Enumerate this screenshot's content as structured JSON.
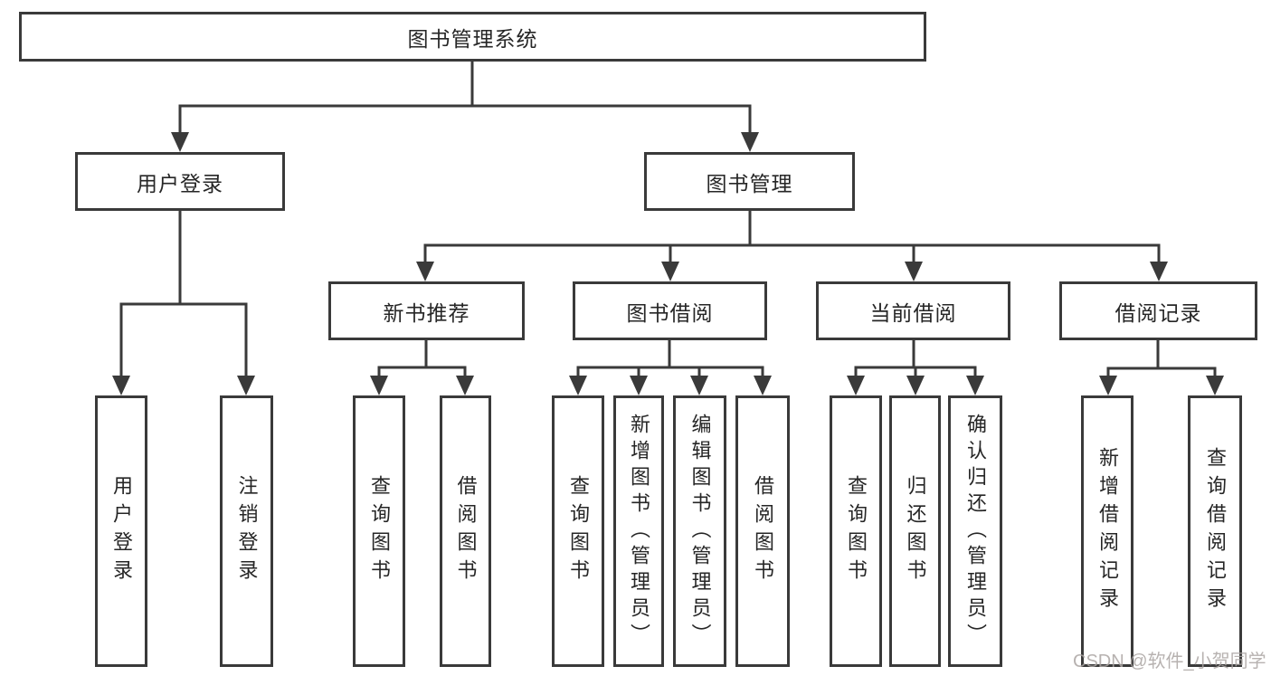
{
  "tree": {
    "root": {
      "label": "图书管理系统"
    },
    "branches": [
      {
        "label": "用户登录",
        "children": [
          {
            "label": "用户登录"
          },
          {
            "label": "注销登录"
          }
        ]
      },
      {
        "label": "图书管理",
        "children": [
          {
            "label": "新书推荐",
            "children": [
              {
                "label": "查询图书"
              },
              {
                "label": "借阅图书"
              }
            ]
          },
          {
            "label": "图书借阅",
            "children": [
              {
                "label": "查询图书"
              },
              {
                "label": "新增图书（管理员）"
              },
              {
                "label": "编辑图书（管理员）"
              },
              {
                "label": "借阅图书"
              }
            ]
          },
          {
            "label": "当前借阅",
            "children": [
              {
                "label": "查询图书"
              },
              {
                "label": "归还图书"
              },
              {
                "label": "确认归还（管理员）"
              }
            ]
          },
          {
            "label": "借阅记录",
            "children": [
              {
                "label": "新增借阅记录"
              },
              {
                "label": "查询借阅记录"
              }
            ]
          }
        ]
      }
    ]
  },
  "watermark": "CSDN @软件_小贺同学",
  "colors": {
    "line": "#3a3a3a",
    "box_border": "#3a3a3a",
    "text": "#262626",
    "background": "#ffffff",
    "watermark": "#aaa5a2"
  }
}
